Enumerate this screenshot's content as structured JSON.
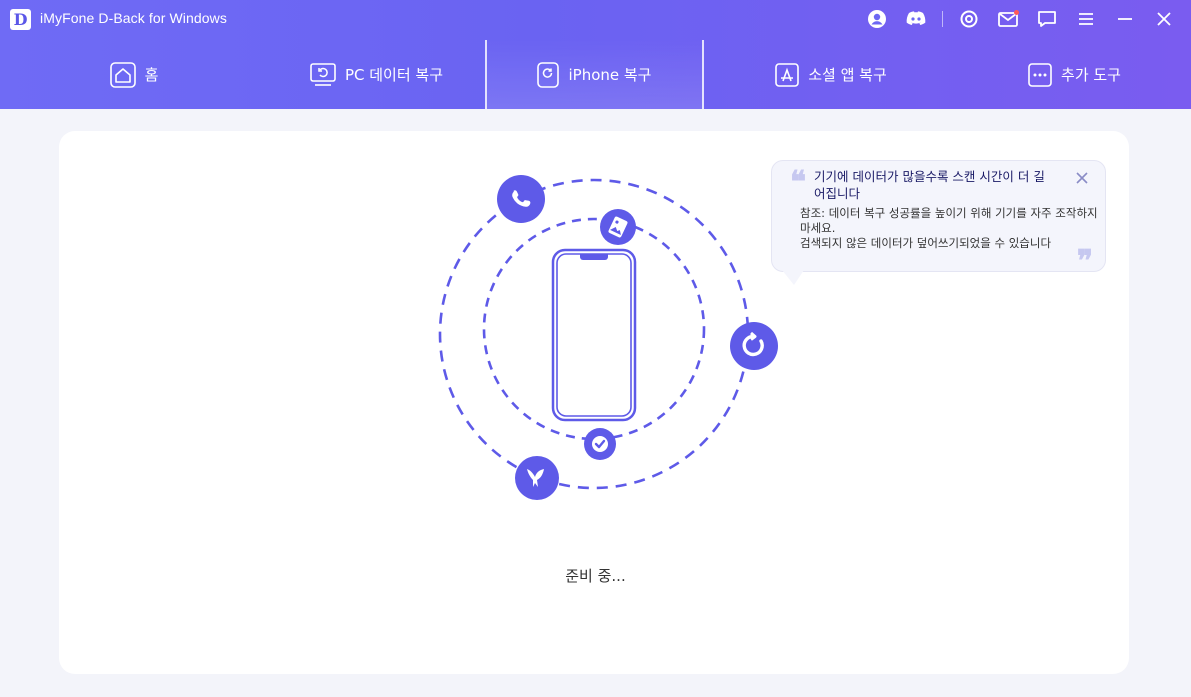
{
  "app": {
    "logo_letter": "D",
    "title": "iMyFone D-Back for Windows"
  },
  "titlebar_icons": [
    "account-icon",
    "discord-icon",
    "settings-icon",
    "mail-icon",
    "feedback-icon",
    "menu-icon",
    "minimize-icon",
    "close-icon"
  ],
  "tabs": [
    {
      "label": "홈",
      "icon": "home-icon",
      "active": false
    },
    {
      "label": "PC 데이터 복구",
      "icon": "pc-recovery-icon",
      "active": false
    },
    {
      "label": "iPhone 복구",
      "icon": "iphone-recovery-icon",
      "active": true
    },
    {
      "label": "소셜 앱 복구",
      "icon": "app-store-icon",
      "active": false
    },
    {
      "label": "추가 도구",
      "icon": "more-tools-icon",
      "active": false
    }
  ],
  "tooltip": {
    "title": "기기에 데이터가 많을수록 스캔 시간이 더 길어집니다",
    "body_line1": "참조: 데이터 복구 성공률을 높이기 위해 기기를 자주 조작하지 마세요.",
    "body_line2": "검색되지 않은 데이터가 덮어쓰기되었을 수 있습니다"
  },
  "status_text": "준비 중...",
  "colors": {
    "accent": "#5b57e8",
    "header": "#6c67f3",
    "dashed_ring": "#5e5ae8"
  }
}
